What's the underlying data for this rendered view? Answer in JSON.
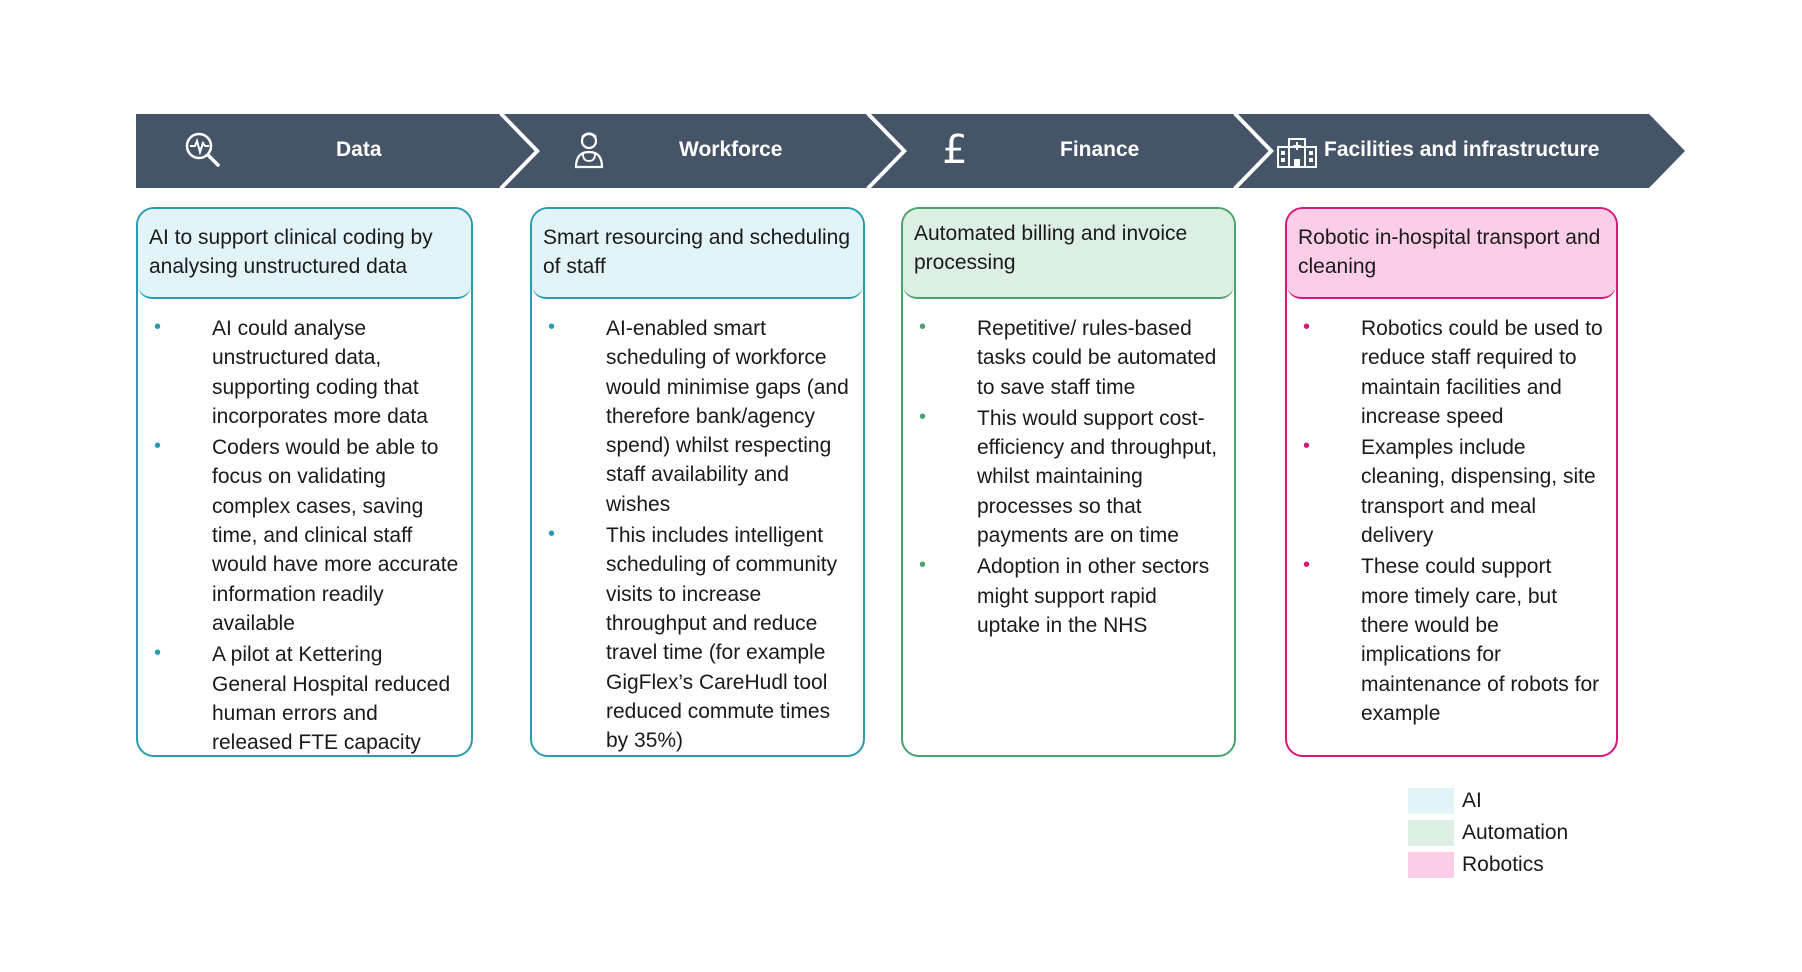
{
  "colors": {
    "banner": "#465467",
    "ai": "#2a9cb0",
    "ai_fill": "#e2f4f8",
    "automation": "#4aa36a",
    "automation_fill": "#dcefe2",
    "robotics": "#d9167a",
    "robotics_fill": "#fbcde6"
  },
  "banner": {
    "segments": [
      {
        "label": "Data",
        "icon": "magnifier-pulse-icon"
      },
      {
        "label": "Workforce",
        "icon": "clinician-icon"
      },
      {
        "label": "Finance",
        "icon": "pound-icon"
      },
      {
        "label": "Facilities and infrastructure",
        "icon": "hospital-building-icon"
      }
    ]
  },
  "cards": [
    {
      "category": "ai",
      "title": "AI to support clinical coding by analysing unstructured data",
      "bullets": [
        "AI could analyse unstructured data, supporting coding that incorporates more data",
        "Coders would be able to focus on validating complex cases, saving time, and clinical staff would have more accurate information readily available",
        "A pilot at Kettering General Hospital reduced human errors and released FTE capacity"
      ]
    },
    {
      "category": "ai",
      "title": "Smart resourcing and scheduling of staff",
      "bullets": [
        "AI-enabled smart scheduling of workforce would minimise gaps (and therefore bank/agency spend) whilst respecting staff availability and wishes",
        "This includes intelligent scheduling of community visits to increase throughput and reduce travel time (for example GigFlex’s CareHudl tool reduced commute times by 35%)"
      ]
    },
    {
      "category": "automation",
      "title": "Automated billing and invoice processing",
      "bullets": [
        "Repetitive/ rules-based tasks could be automated to save staff time",
        "This would support cost-efficiency and throughput, whilst maintaining processes so that payments are on time",
        "Adoption in other sectors might support rapid uptake in the NHS"
      ]
    },
    {
      "category": "robotics",
      "title": "Robotic in-hospital transport and cleaning",
      "bullets": [
        "Robotics could be used to reduce staff required to maintain facilities and increase speed",
        "Examples include cleaning, dispensing, site transport and meal delivery",
        "These could support more timely care, but there would be implications for maintenance of robots for example"
      ]
    }
  ],
  "legend": [
    {
      "label": "AI",
      "category": "ai"
    },
    {
      "label": "Automation",
      "category": "automation"
    },
    {
      "label": "Robotics",
      "category": "robotics"
    }
  ]
}
